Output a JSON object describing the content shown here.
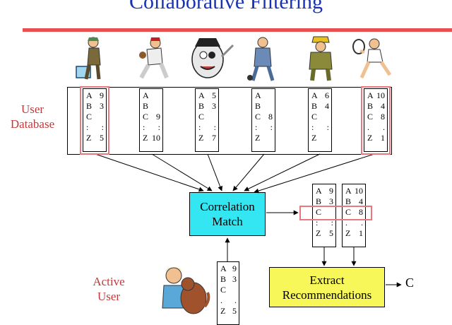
{
  "title": "Collaborative Filtering",
  "labels": {
    "user_database": [
      "User",
      "Database"
    ],
    "active_user": [
      "Active",
      "User"
    ],
    "correlation_match": [
      "Correlation",
      "Match"
    ],
    "extract_recommendations": [
      "Extract",
      "Recommendations"
    ],
    "output": "C"
  },
  "users": [
    {
      "icon": "delivery-man-icon",
      "rows": [
        [
          "A",
          "9"
        ],
        [
          "B",
          "3"
        ],
        [
          "C",
          ""
        ],
        [
          ":",
          ":"
        ],
        [
          "Z",
          "5"
        ]
      ]
    },
    {
      "icon": "baseball-player-icon",
      "rows": [
        [
          "A",
          ""
        ],
        [
          "B",
          ""
        ],
        [
          "C",
          "9"
        ],
        [
          ":",
          ":"
        ],
        [
          "Z",
          "10"
        ]
      ]
    },
    {
      "icon": "pirate-icon",
      "rows": [
        [
          "A",
          "5"
        ],
        [
          "B",
          "3"
        ],
        [
          "C",
          ""
        ],
        [
          ":",
          ":"
        ],
        [
          "Z",
          "7"
        ]
      ]
    },
    {
      "icon": "businessman-icon",
      "rows": [
        [
          "A",
          ""
        ],
        [
          "B",
          ""
        ],
        [
          "C",
          "8"
        ],
        [
          ":",
          ":"
        ],
        [
          "Z",
          ""
        ]
      ]
    },
    {
      "icon": "worker-icon",
      "rows": [
        [
          "A",
          "6"
        ],
        [
          "B",
          "4"
        ],
        [
          "C",
          ""
        ],
        [
          ":",
          ":"
        ],
        [
          "Z",
          ""
        ]
      ]
    },
    {
      "icon": "tennis-player-icon",
      "rows": [
        [
          "A",
          "10"
        ],
        [
          "B",
          "4"
        ],
        [
          "C",
          "8"
        ],
        [
          ".",
          "."
        ],
        [
          "Z",
          "1"
        ]
      ]
    }
  ],
  "matched": [
    {
      "rows": [
        [
          "A",
          "9"
        ],
        [
          "B",
          "3"
        ],
        [
          "C",
          ""
        ],
        [
          ":",
          ":"
        ],
        [
          "Z",
          "5"
        ]
      ]
    },
    {
      "rows": [
        [
          "A",
          "10"
        ],
        [
          "B",
          "4"
        ],
        [
          "C",
          "8"
        ],
        [
          ".",
          "."
        ],
        [
          "Z",
          "1"
        ]
      ]
    }
  ],
  "active": {
    "rows": [
      [
        "A",
        "9"
      ],
      [
        "B",
        "3"
      ],
      [
        "C",
        ""
      ],
      [
        ".",
        "."
      ],
      [
        "Z",
        "5"
      ]
    ]
  },
  "colors": {
    "title": "#1a33b3",
    "rule": "#e85050",
    "highlight": "#e8787c",
    "correlation_box": "#33e6f2",
    "extract_box": "#f7f75a",
    "side_label": "#c03a3a"
  }
}
